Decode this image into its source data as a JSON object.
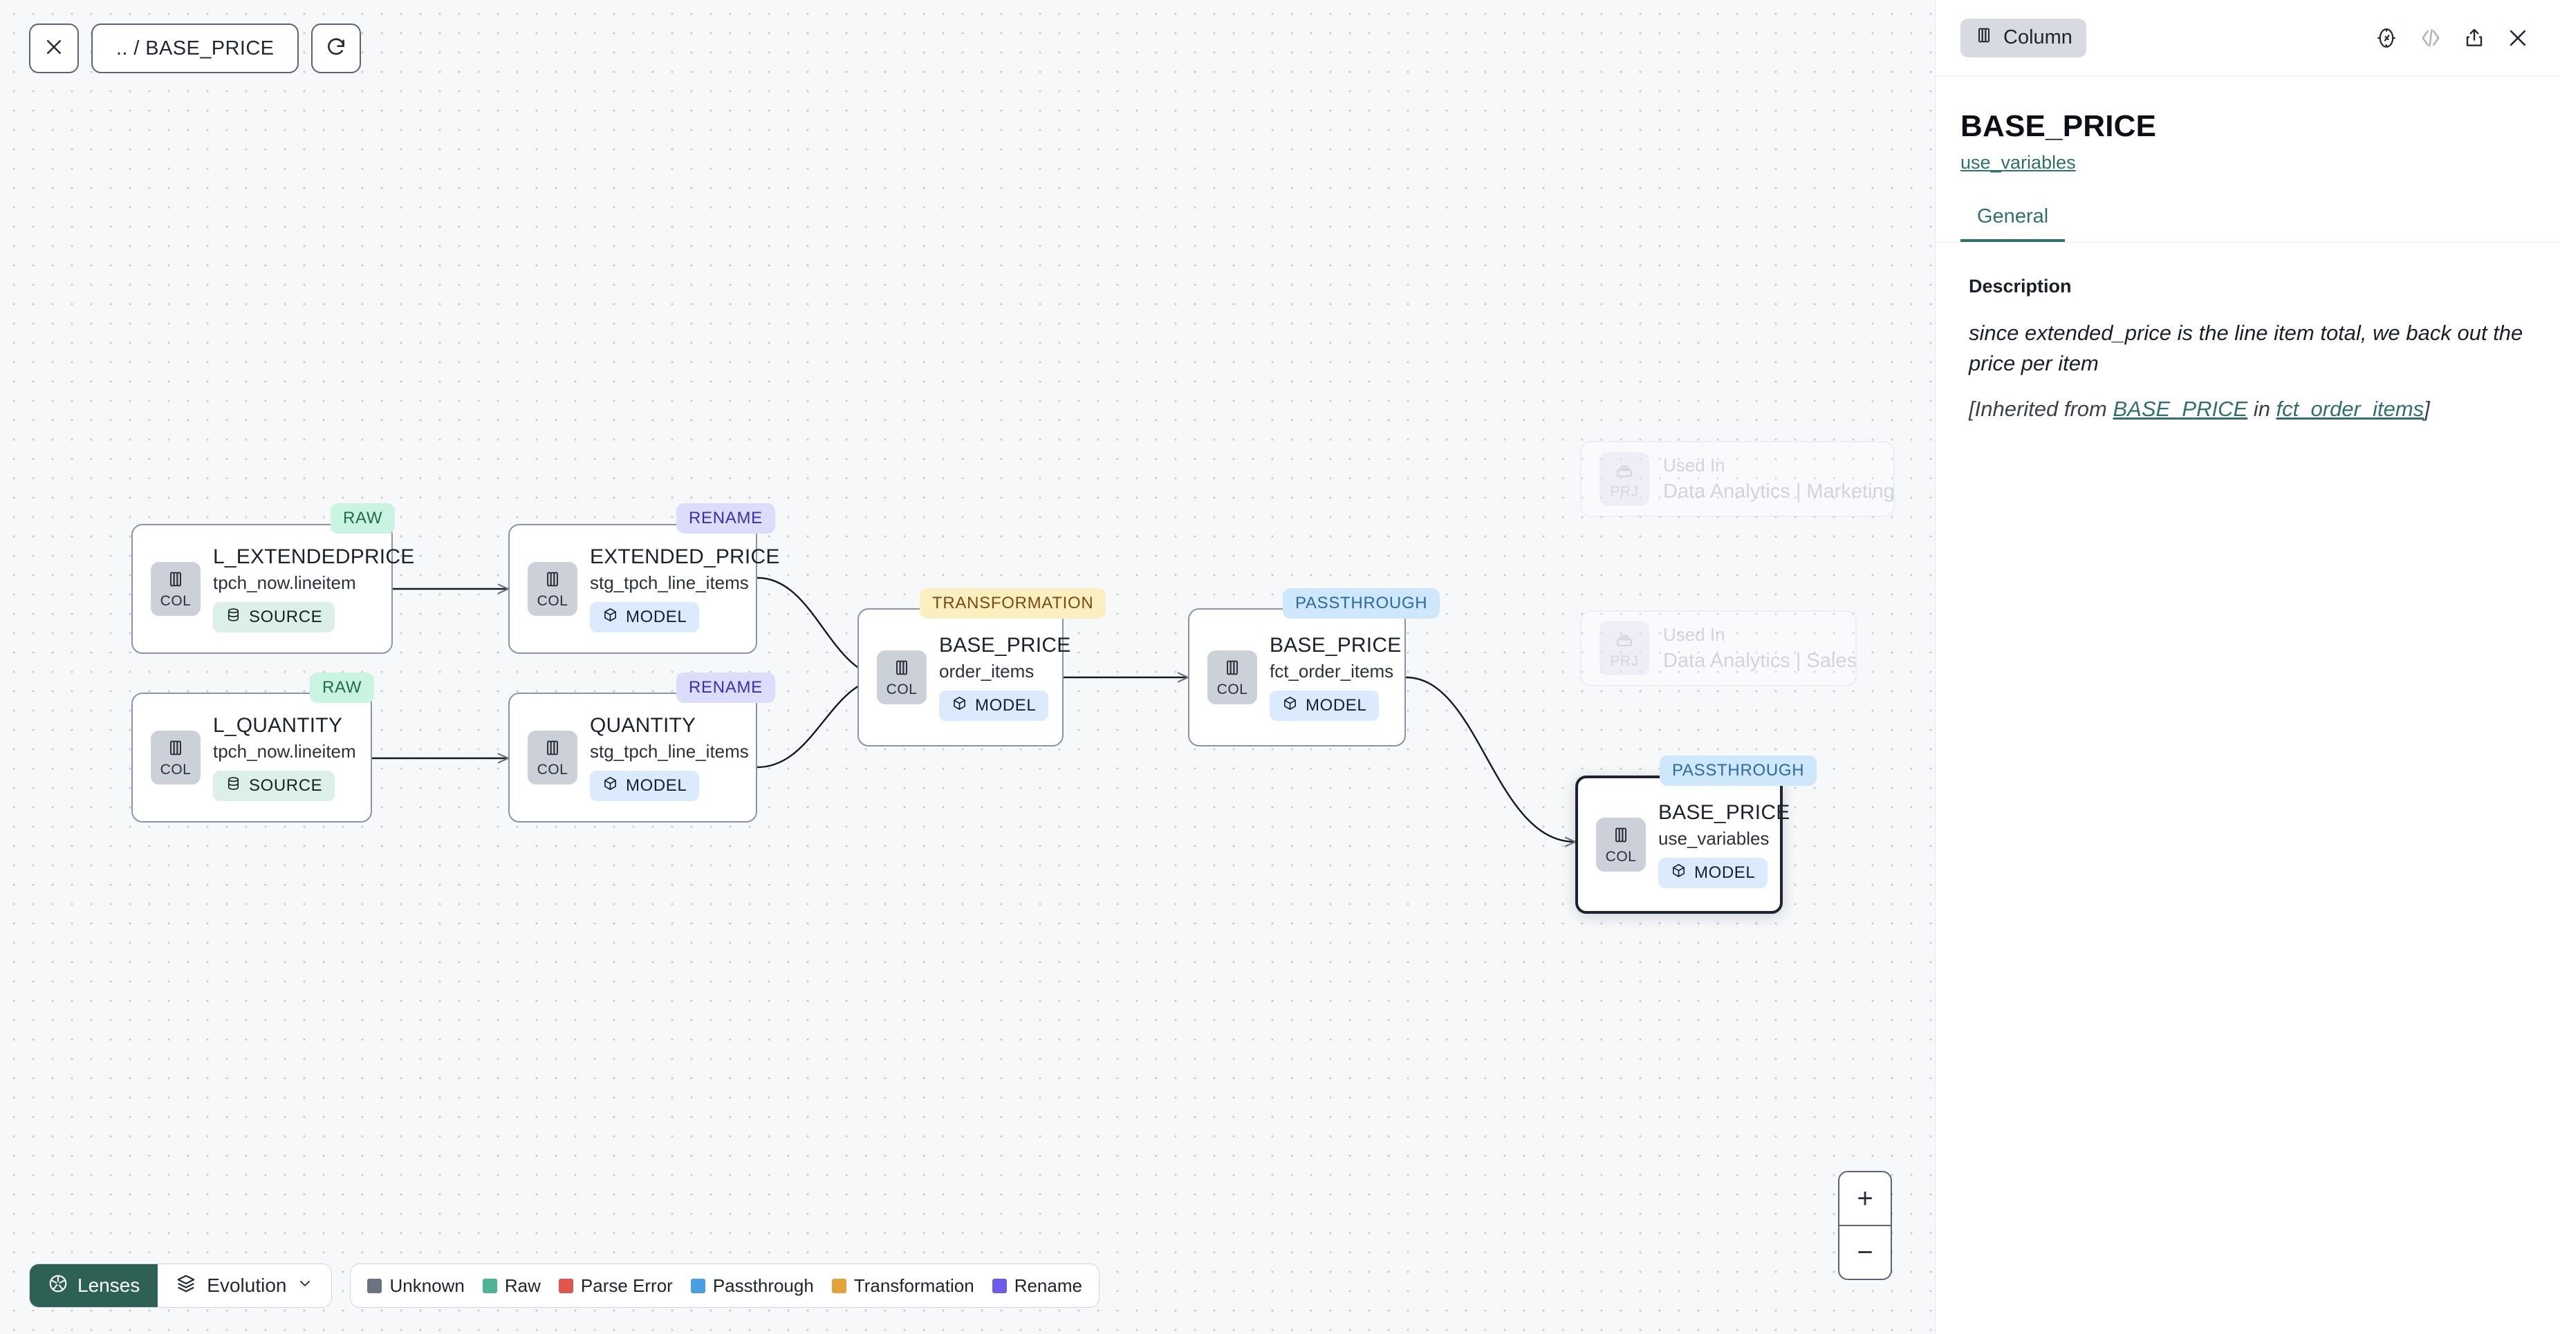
{
  "toolbar": {
    "close_icon": "close-icon",
    "breadcrumb": ".. / BASE_PRICE",
    "refresh_icon": "refresh-icon"
  },
  "graph": {
    "nodes": [
      {
        "id": "l_extendedprice",
        "tag": "RAW",
        "tag_kind": "raw",
        "badge": "COL",
        "badge_icon": "column-icon",
        "title": "L_EXTENDEDPRICE",
        "subtitle": "tpch_now.lineitem",
        "pill": "SOURCE",
        "pill_kind": "source",
        "pill_icon": "database-icon",
        "selected": false
      },
      {
        "id": "l_quantity",
        "tag": "RAW",
        "tag_kind": "raw",
        "badge": "COL",
        "badge_icon": "column-icon",
        "title": "L_QUANTITY",
        "subtitle": "tpch_now.lineitem",
        "pill": "SOURCE",
        "pill_kind": "source",
        "pill_icon": "database-icon",
        "selected": false
      },
      {
        "id": "extended_price",
        "tag": "RENAME",
        "tag_kind": "rename",
        "badge": "COL",
        "badge_icon": "column-icon",
        "title": "EXTENDED_PRICE",
        "subtitle": "stg_tpch_line_items",
        "pill": "MODEL",
        "pill_kind": "model",
        "pill_icon": "cube-icon",
        "selected": false
      },
      {
        "id": "quantity",
        "tag": "RENAME",
        "tag_kind": "rename",
        "badge": "COL",
        "badge_icon": "column-icon",
        "title": "QUANTITY",
        "subtitle": "stg_tpch_line_items",
        "pill": "MODEL",
        "pill_kind": "model",
        "pill_icon": "cube-icon",
        "selected": false
      },
      {
        "id": "base_price_order_items",
        "tag": "TRANSFORMATION",
        "tag_kind": "transformation",
        "badge": "COL",
        "badge_icon": "column-icon",
        "title": "BASE_PRICE",
        "subtitle": "order_items",
        "pill": "MODEL",
        "pill_kind": "model",
        "pill_icon": "cube-icon",
        "selected": false
      },
      {
        "id": "base_price_fct_order_items",
        "tag": "PASSTHROUGH",
        "tag_kind": "passthrough",
        "badge": "COL",
        "badge_icon": "column-icon",
        "title": "BASE_PRICE",
        "subtitle": "fct_order_items",
        "pill": "MODEL",
        "pill_kind": "model",
        "pill_icon": "cube-icon",
        "selected": false
      },
      {
        "id": "base_price_use_variables",
        "tag": "PASSTHROUGH",
        "tag_kind": "passthrough",
        "badge": "COL",
        "badge_icon": "column-icon",
        "title": "BASE_PRICE",
        "subtitle": "use_variables",
        "pill": "MODEL",
        "pill_kind": "model",
        "pill_icon": "cube-icon",
        "selected": true
      }
    ],
    "ghost_nodes": [
      {
        "id": "used_in_marketing",
        "badge": "PRJ",
        "badge_icon": "project-icon",
        "line1": "Used In",
        "line2": "Data Analytics | Marketing"
      },
      {
        "id": "used_in_sales",
        "badge": "PRJ",
        "badge_icon": "project-icon",
        "line1": "Used In",
        "line2": "Data Analytics | Sales"
      }
    ]
  },
  "bottom": {
    "lenses_label": "Lenses",
    "lenses_icon": "aperture-icon",
    "evolution_label": "Evolution",
    "evolution_icon": "layers-icon",
    "evolution_caret": "chevron-down-icon",
    "legend": [
      {
        "label": "Unknown",
        "color": "#6b7280"
      },
      {
        "label": "Raw",
        "color": "#4fb396"
      },
      {
        "label": "Parse Error",
        "color": "#e0564d"
      },
      {
        "label": "Passthrough",
        "color": "#4a9fe0"
      },
      {
        "label": "Transformation",
        "color": "#e2a33a"
      },
      {
        "label": "Rename",
        "color": "#6c5ce7"
      }
    ],
    "zoom_in": "+",
    "zoom_out": "−"
  },
  "panel": {
    "chip_label": "Column",
    "chip_icon": "column-icon",
    "icons": [
      "compass-icon",
      "code-icon",
      "share-icon",
      "close-icon"
    ],
    "title": "BASE_PRICE",
    "subtitle_link": "use_variables",
    "tabs": [
      {
        "label": "General",
        "active": true
      }
    ],
    "description_label": "Description",
    "description_text": "since extended_price is the line item total, we back out the price per item",
    "inherited_prefix": "[Inherited from ",
    "inherited_link_1": "BASE_PRICE",
    "inherited_mid": " in ",
    "inherited_link_2": "fct_order_items",
    "inherited_suffix": "]"
  },
  "colors": {
    "accent_teal": "#2f6f6d",
    "lenses_bg": "#2d6156",
    "canvas_bg": "#f7f8fa"
  }
}
